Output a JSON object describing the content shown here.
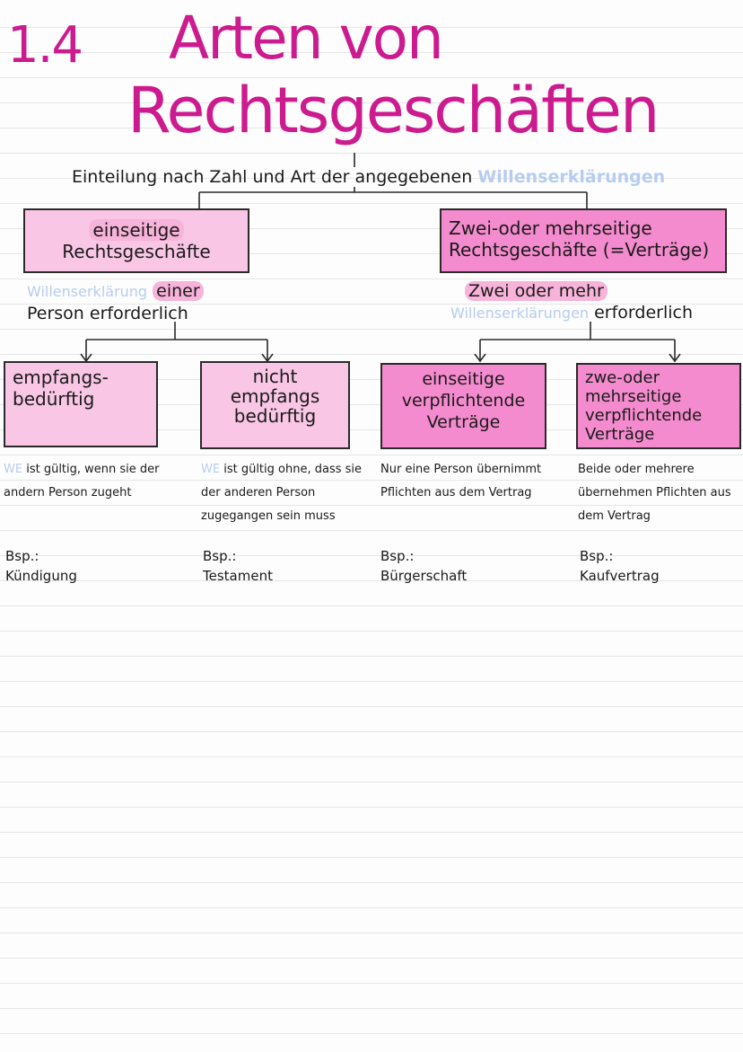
{
  "title": {
    "number": "1.4",
    "line1": "Arten von",
    "line2": "Rechtsgeschäften"
  },
  "subheading": {
    "prefix": "Einteilung nach Zahl und Art der angegebenen",
    "highlight": "Willenserklärungen"
  },
  "left_branch": {
    "box_line1": "einseitige",
    "box_line2": "Rechtsgeschäfte",
    "note_prefix": "Willenserklärung",
    "note_mark": "einer",
    "note_line2": "Person erforderlich"
  },
  "right_branch": {
    "box_line1": "Zwei-oder mehrseitige",
    "box_line2": "Rechtsgeschäfte (=Verträge)",
    "note_line1": "Zwei oder mehr",
    "note_prefix": "Willenserklärungen",
    "note_suffix": "erforderlich"
  },
  "leaves": [
    {
      "label": "empfangs-\nbedürftig",
      "description": "WE ist gültig, wenn sie der\nandern Person zugeht",
      "we_prefix": "WE",
      "desc_rest": "ist gültig, wenn sie der andern Person zugeht",
      "example_label": "Bsp.:",
      "example": "Kündigung"
    },
    {
      "label": "nicht\nempfangs\nbedürftig",
      "we_prefix": "WE",
      "desc_rest": "ist gültig ohne, dass sie der anderen Person zugegangen sein muss",
      "example_label": "Bsp.:",
      "example": "Testament"
    },
    {
      "label": "einseitige\nverpflichtende\nVerträge",
      "desc_rest": "Nur eine Person übernimmt Pflichten aus dem Vertrag",
      "example_label": "Bsp.:",
      "example": "Bürgerschaft"
    },
    {
      "label": "zwe-oder\nmehrseitige\nverpflichtende\nVerträge",
      "desc_rest": "Beide oder mehrere übernehmen Pflichten aus dem Vertrag",
      "example_label": "Bsp.:",
      "example": "Kaufvertrag"
    }
  ],
  "colors": {
    "title_pink": "#cc1b8e",
    "box_light": "#f9c6e6",
    "box_mid": "#f48bce",
    "highlight_blue": "#b6cdef"
  }
}
